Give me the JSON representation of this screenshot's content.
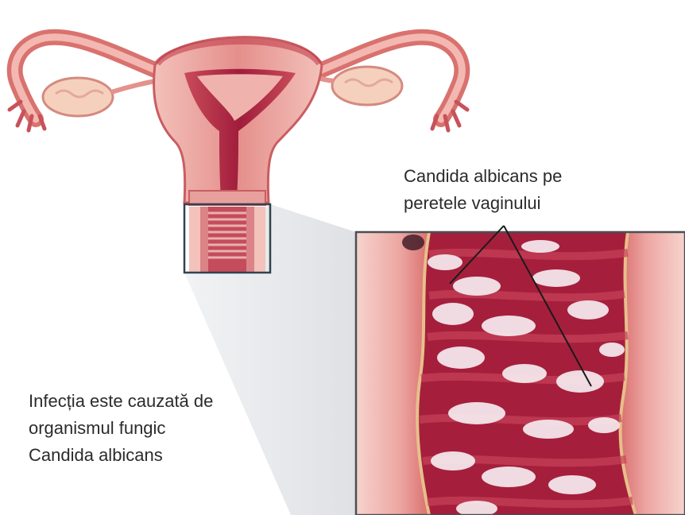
{
  "labels": {
    "candida_wall": {
      "line1": "Candida albicans pe",
      "line2": "peretele vaginului"
    },
    "infection_cause": {
      "line1": "Infecția este cauzată de",
      "line2": "organismul fungic",
      "line3": "Candida albicans"
    }
  },
  "colors": {
    "tissue_light": "#f2b5ae",
    "tissue_mid": "#dc7b78",
    "tissue_dark": "#b8334a",
    "cavity": "#9e1f3a",
    "fungal_patches": "#f4e9ee",
    "callout_shade": "#e3e5e8",
    "leader_line": "#1a1a1a"
  }
}
